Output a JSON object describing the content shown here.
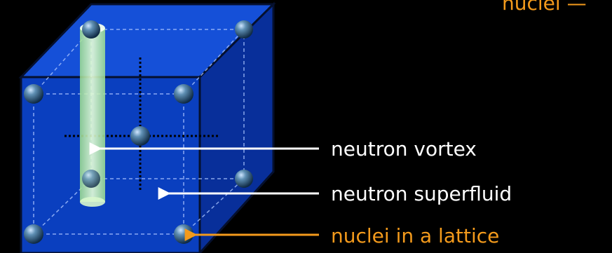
{
  "labels": {
    "top_right_partial": "nuclei —",
    "neutron_vortex": "neutron vortex",
    "neutron_superfluid": "neutron superfluid",
    "nuclei_lattice": "nuclei in a lattice"
  },
  "colors": {
    "background": "#000000",
    "cube_front": "#0a3fbf",
    "cube_top": "#1550d8",
    "cube_side": "#082f9a",
    "edge": "#05102e",
    "dashed": "#a9c4ff",
    "vortex": "#b9f7a8",
    "nucleus": "#2a5a7a",
    "label_white": "#ffffff",
    "label_orange": "#f39a1c"
  }
}
